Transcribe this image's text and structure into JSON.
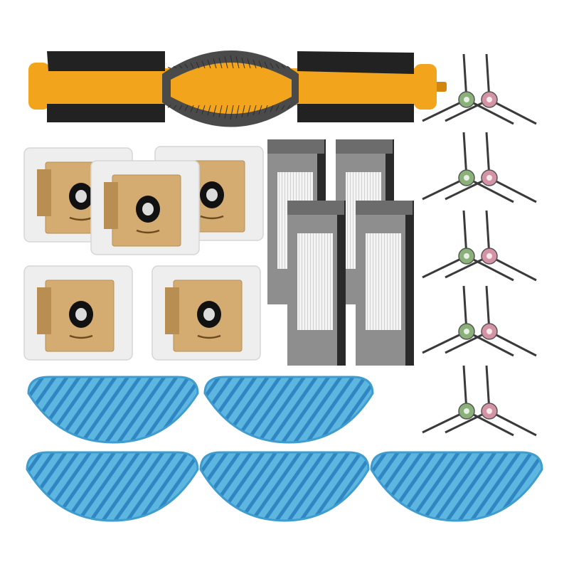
{
  "scene": {
    "background_color": "#ffffff",
    "brush_colors": {
      "orange": "#f2a51c",
      "orange_dark": "#d2860c",
      "black": "#222222",
      "bristle": "#4a4a4a"
    },
    "bag_colors": {
      "plastic": "#eeeeee",
      "cardboard": "#d4ac72",
      "cardboard_dark": "#b98e52",
      "hole": "#111111"
    },
    "filter_colors": {
      "frame": "#8e8e8e",
      "frame_dark": "#6c6c6c",
      "foam": "#2a2a2a",
      "pleat": "#f2f2f2",
      "pleat_line": "#cfcfcf"
    },
    "mop_colors": {
      "base": "#5cb6e0",
      "stripe": "#2f86c2",
      "edge": "#3f9ccf"
    },
    "side_brush_colors": {
      "arm": "#3a3a3a",
      "hub_green": "#8ab17a",
      "hub_pink": "#d494a6"
    },
    "items": {
      "main_roller_brush": {
        "icon": "roller-brush",
        "count": 1
      },
      "dust_bags": {
        "icon": "dust-bag",
        "count": 5
      },
      "hepa_filters": {
        "icon": "hepa-filter",
        "count": 4
      },
      "side_brush_pairs": {
        "icon": "side-brush",
        "count": 5
      },
      "mop_pads": {
        "icon": "mop-pad",
        "count": 5
      }
    }
  }
}
